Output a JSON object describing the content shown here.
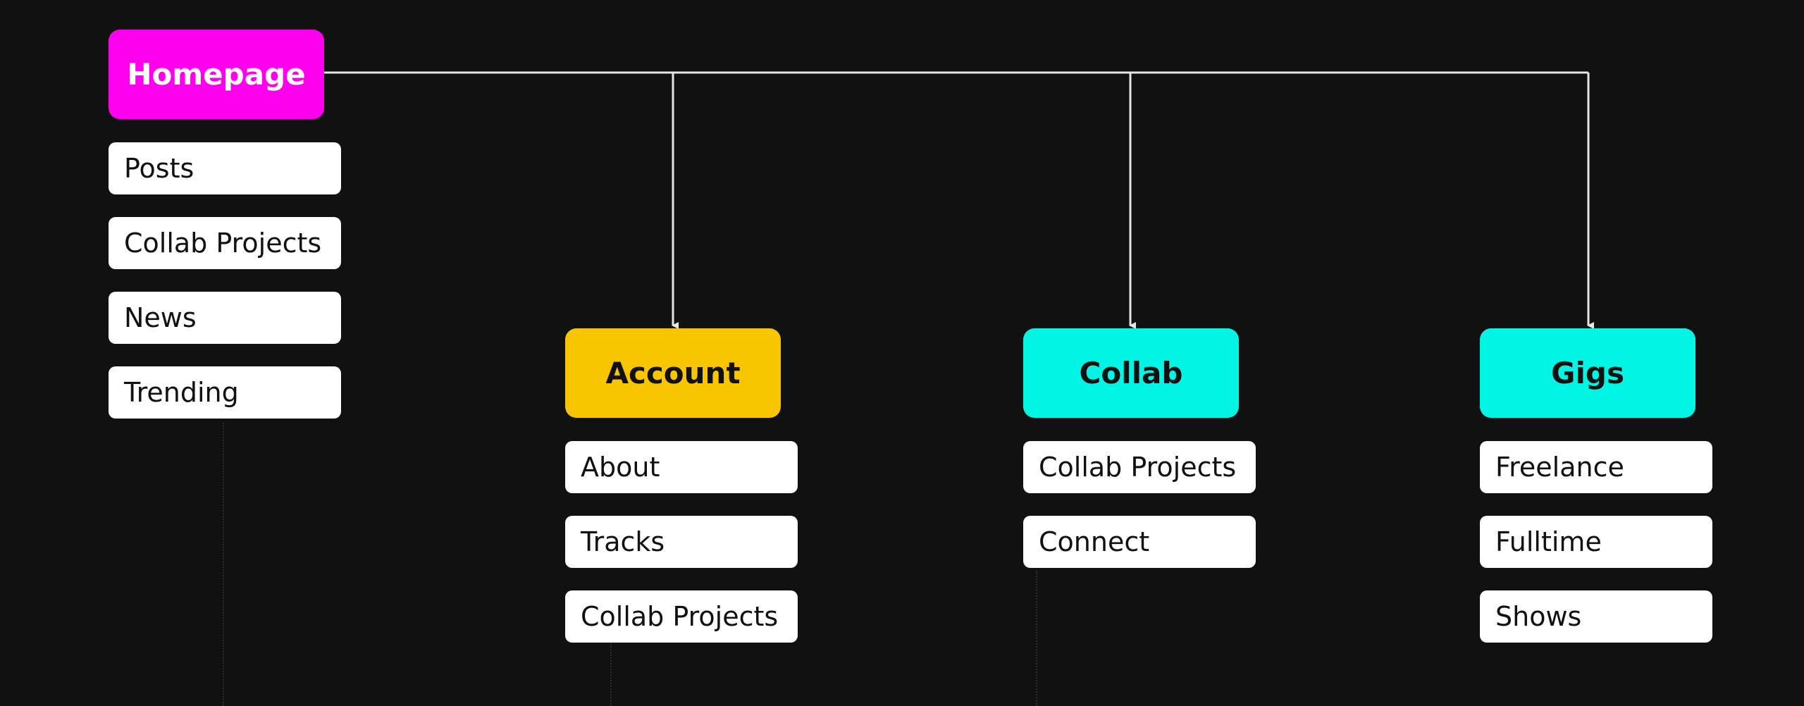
{
  "colors": {
    "background": "#111111",
    "connector": "#e6e6e6",
    "homepage": "#ff00ef",
    "account": "#f8c600",
    "collab": "#00f5e4",
    "gigs": "#00f5e4",
    "item_background": "#ffffff",
    "item_text": "#111111"
  },
  "homepage": {
    "title": "Homepage",
    "items": [
      "Posts",
      "Collab Projects",
      "News",
      "Trending"
    ]
  },
  "account": {
    "title": "Account",
    "items": [
      "About",
      "Tracks",
      "Collab Projects"
    ]
  },
  "collab": {
    "title": "Collab",
    "items": [
      "Collab Projects",
      "Connect"
    ]
  },
  "gigs": {
    "title": "Gigs",
    "items": [
      "Freelance",
      "Fulltime",
      "Shows"
    ]
  }
}
